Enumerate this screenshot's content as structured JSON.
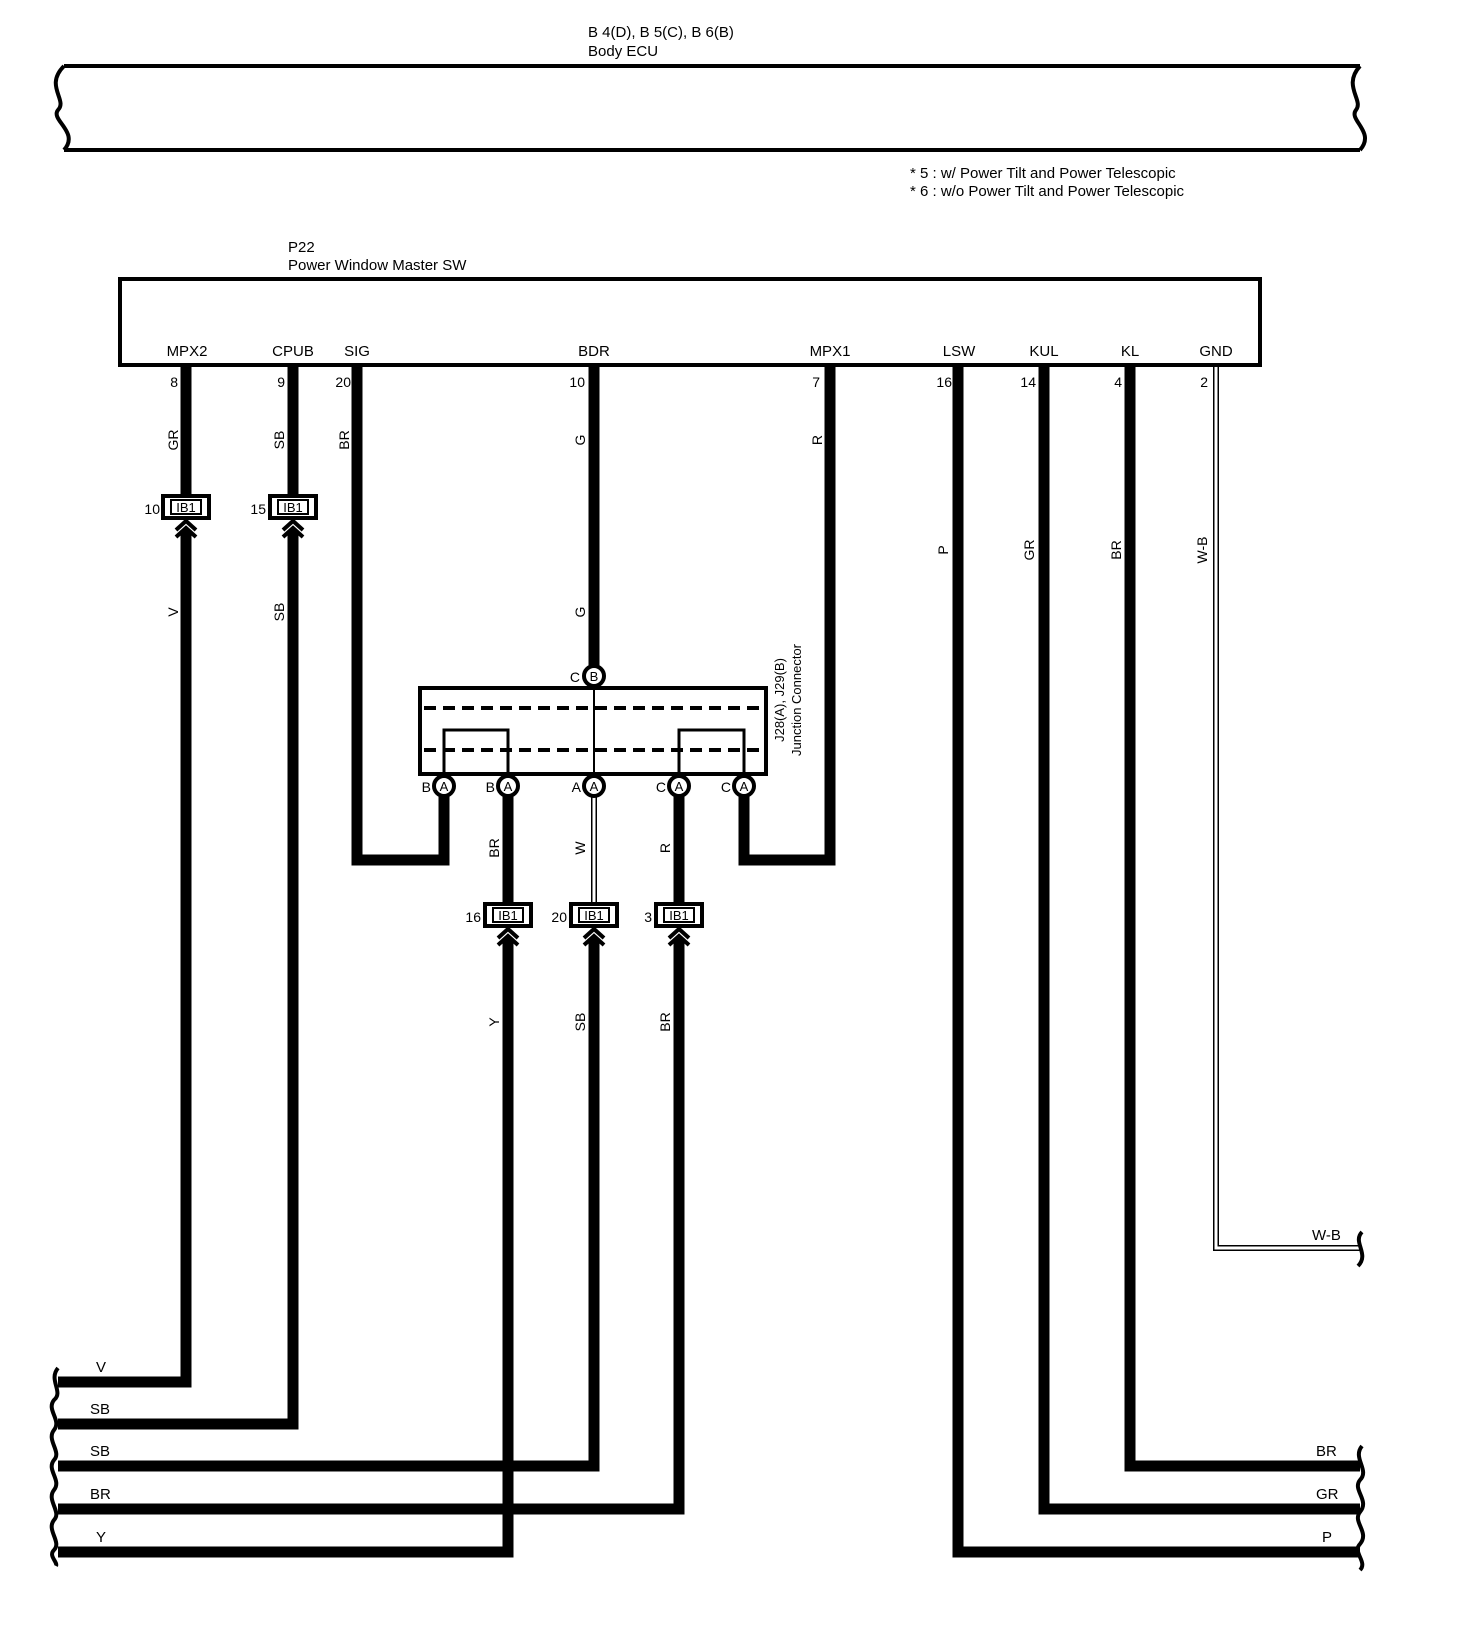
{
  "body_ecu": {
    "connectors": "B 4(D), B 5(C), B 6(B)",
    "name": "Body ECU"
  },
  "notes": [
    "* 5 : w/ Power Tilt and Power Telescopic",
    "* 6 : w/o Power Tilt and Power Telescopic"
  ],
  "master_sw": {
    "code": "P22",
    "name": "Power Window Master SW",
    "terminals": [
      {
        "name": "MPX2",
        "pin": "8",
        "wire": "GR"
      },
      {
        "name": "CPUB",
        "pin": "9",
        "wire": "SB"
      },
      {
        "name": "SIG",
        "pin": "20",
        "wire": "BR"
      },
      {
        "name": "BDR",
        "pin": "10",
        "wire": "G"
      },
      {
        "name": "MPX1",
        "pin": "7",
        "wire": "R"
      },
      {
        "name": "LSW",
        "pin": "16",
        "wire": "P"
      },
      {
        "name": "KUL",
        "pin": "14",
        "wire": "GR"
      },
      {
        "name": "KL",
        "pin": "4",
        "wire": "BR"
      },
      {
        "name": "GND",
        "pin": "2",
        "wire": "W-B"
      }
    ]
  },
  "junction": {
    "name": "J28(A), J29(B)",
    "desc": "Junction Connector",
    "top_pin": {
      "letter": "C",
      "conn": "B"
    },
    "bottom_pins": [
      {
        "letter": "B",
        "conn": "A"
      },
      {
        "letter": "B",
        "conn": "A"
      },
      {
        "letter": "A",
        "conn": "A"
      },
      {
        "letter": "C",
        "conn": "A"
      },
      {
        "letter": "C",
        "conn": "A"
      }
    ],
    "wire_mid": "G",
    "wire_colors": [
      "BR",
      "W",
      "R"
    ]
  },
  "ib1_connectors": [
    {
      "pin": "10",
      "label": "IB1",
      "wire_below": "V"
    },
    {
      "pin": "15",
      "label": "IB1",
      "wire_below": "SB"
    },
    {
      "pin": "16",
      "label": "IB1",
      "wire_below": "Y"
    },
    {
      "pin": "20",
      "label": "IB1",
      "wire_below": "SB"
    },
    {
      "pin": "3",
      "label": "IB1",
      "wire_below": "BR"
    }
  ],
  "left_outputs": [
    "V",
    "SB",
    "SB",
    "BR",
    "Y"
  ],
  "right_outputs": [
    "W-B",
    "BR",
    "GR",
    "P"
  ]
}
